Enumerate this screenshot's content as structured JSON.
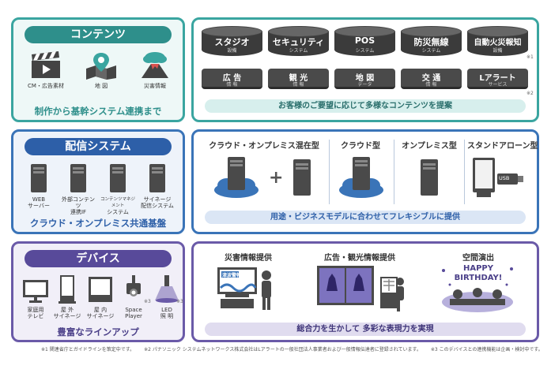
{
  "contents": {
    "title": "コンテンツ",
    "icons": [
      {
        "label": "CM・広告素材",
        "icon": "clapperboard-icon"
      },
      {
        "label": "地 図",
        "icon": "map-pin-icon"
      },
      {
        "label": "災害情報",
        "icon": "volcano-icon"
      }
    ],
    "caption": "制作から基幹システム連携まで",
    "systems": [
      {
        "name": "スタジオ",
        "sub": "設備"
      },
      {
        "name": "セキュリティ",
        "sub": "システム"
      },
      {
        "name": "POS",
        "sub": "システム"
      },
      {
        "name": "防災無線",
        "sub": "システム"
      },
      {
        "name": "自動火災報知",
        "sub": "設備",
        "note": "※1"
      }
    ],
    "info": [
      {
        "name": "広 告",
        "sub": "情 報"
      },
      {
        "name": "観 光",
        "sub": "情 報"
      },
      {
        "name": "地 図",
        "sub": "データ"
      },
      {
        "name": "交 通",
        "sub": "情 報"
      },
      {
        "name": "Lアラート",
        "sub": "サービス",
        "note": "※2"
      }
    ],
    "bar": "お客様のご要望に応じて多様なコンテンツを提案"
  },
  "distribution": {
    "title": "配信システム",
    "servers": [
      {
        "label1": "WEB",
        "label2": "サーバー"
      },
      {
        "label1": "外部コンテンツ",
        "label2": "連携IF"
      },
      {
        "label1": "コンテンツマネジメント",
        "label2": "システム"
      },
      {
        "label1": "サイネージ",
        "label2": "配信システム"
      }
    ],
    "caption": "クラウド・オンプレミス共通基盤",
    "columns": [
      "クラウド・オンプレミス混在型",
      "クラウド型",
      "オンプレミス型",
      "スタンドアローン型"
    ],
    "usb_label": "USB",
    "plus": "+",
    "bar": "用途・ビジネスモデルに合わせてフレキシブルに提供"
  },
  "devices": {
    "title": "デバイス",
    "items": [
      {
        "label1": "家庭用",
        "label2": "テレビ",
        "icon": "tv-icon"
      },
      {
        "label1": "屋 外",
        "label2": "サイネージ",
        "icon": "outdoor-signage-icon"
      },
      {
        "label1": "屋 内",
        "label2": "サイネージ",
        "icon": "indoor-signage-icon"
      },
      {
        "label1": "Space",
        "label2": "Player",
        "icon": "projector-icon",
        "note": "※3"
      },
      {
        "label1": "LED",
        "label2": "照 明",
        "icon": "led-light-icon",
        "note": "※3"
      }
    ],
    "caption": "豊富なラインアップ",
    "columns": [
      "災害情報提供",
      "広告・観光情報提供",
      "空間演出"
    ],
    "alert_text": "津波警報",
    "birthday_line1": "HAPPY",
    "birthday_line2": "BIRTHDAY!",
    "bar": "総合力を生かして 多彩な表現力を実現"
  },
  "footnotes": [
    "※1 関連省庁とガイドラインを策定中です。",
    "※2 パナソニック システムネットワークス株式会社はLアラートの一般社団法人事業者および一般情報伝達者に登録されています。",
    "※3 このデバイスとの連携機能は企画・検討中です。"
  ]
}
